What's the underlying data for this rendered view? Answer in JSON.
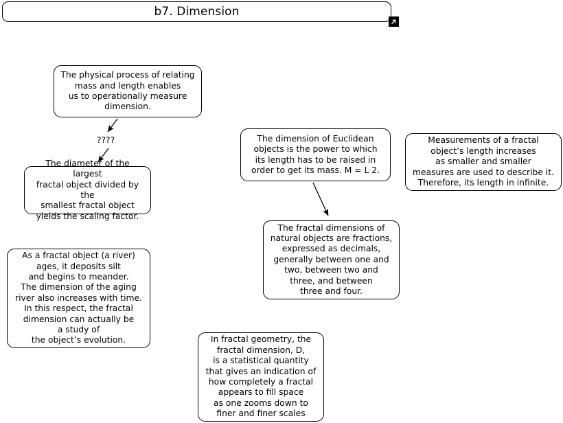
{
  "window": {
    "title": "b7. Dimension",
    "resize_handle_icon": "expand-arrow-icon",
    "background_color": "#ffffff",
    "line_color": "#000000"
  },
  "nodes": [
    {
      "id": "physical-process",
      "text": "The physical process of relating\nmass and length enables\nus to operationally measure\ndimension."
    },
    {
      "id": "diameter-scaling",
      "text": "The diameter of the largest\nfractal object divided by the\nsmallest fractal object\nyields the scaling factor."
    },
    {
      "id": "euclidean",
      "text": "The dimension of Euclidean\nobjects is the power to which\nits length has to be raised in\norder to get its mass.  M = L 2."
    },
    {
      "id": "measurements",
      "text": "Measurements of a fractal\nobject’s length increases\nas smaller and smaller\nmeasures are used to describe it.\nTherefore, its length in infinite."
    },
    {
      "id": "fractal-dims",
      "text": "The fractal dimensions of\nnatural objects are fractions,\nexpressed as decimals,\ngenerally between one and\ntwo, between two and\nthree, and between\nthree and four."
    },
    {
      "id": "river-aging",
      "text": "As a fractal object (a river)\nages, it deposits silt\nand begins to meander.\nThe dimension of the aging\nriver also increases with time.\nIn this respect, the fractal\ndimension can actually be\na study of\nthe object’s evolution."
    },
    {
      "id": "fractal-geometry",
      "text": "In fractal geometry, the\nfractal dimension, D,\nis a statistical quantity\nthat gives an indication of\nhow completely a fractal\nappears to fill space\nas one zooms down to\nfiner and finer scales"
    }
  ],
  "edges": [
    {
      "id": "physical-to-diameter",
      "label": "????",
      "from": "physical-process",
      "to": "diameter-scaling"
    },
    {
      "id": "euclidean-to-fractal-dims",
      "label": "",
      "from": "euclidean",
      "to": "fractal-dims"
    }
  ]
}
